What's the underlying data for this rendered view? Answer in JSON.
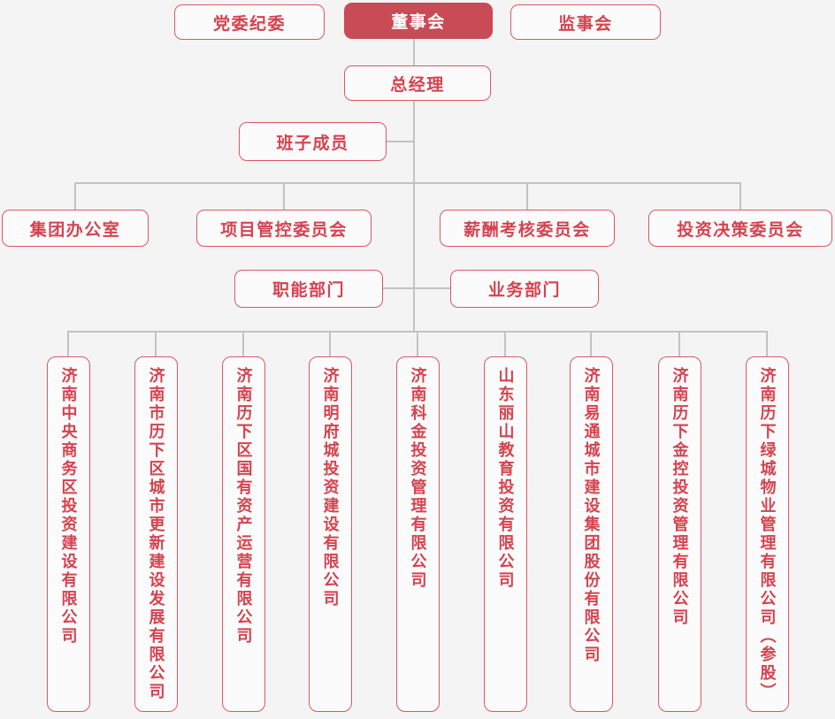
{
  "colors": {
    "background": "#f4f4f5",
    "box_bg": "#fbfbfb",
    "border_red": "#dc5763",
    "text_red": "#d4434f",
    "fill_red": "#c94b55",
    "line": "#c2c2c2"
  },
  "nodes": {
    "party_discipline": "党委纪委",
    "board": "董事会",
    "supervisory_board": "监事会",
    "general_manager": "总经理",
    "leadership_team": "班子成员",
    "committees": [
      "集团办公室",
      "项目管控委员会",
      "薪酬考核委员会",
      "投资决策委员会"
    ],
    "departments": [
      "职能部门",
      "业务部门"
    ],
    "subsidiaries": [
      "济南中央商务区投资建设有限公司",
      "济南市历下区城市更新建设发展有限公司",
      "济南历下区国有资产运营有限公司",
      "济南明府城投资建设有限公司",
      "济南科金投资管理有限公司",
      "山东丽山教育投资有限公司",
      "济南易通城市建设集团股份有限公司",
      "济南历下金控投资管理有限公司",
      "济南历下绿城物业管理有限公司（参股）"
    ]
  }
}
